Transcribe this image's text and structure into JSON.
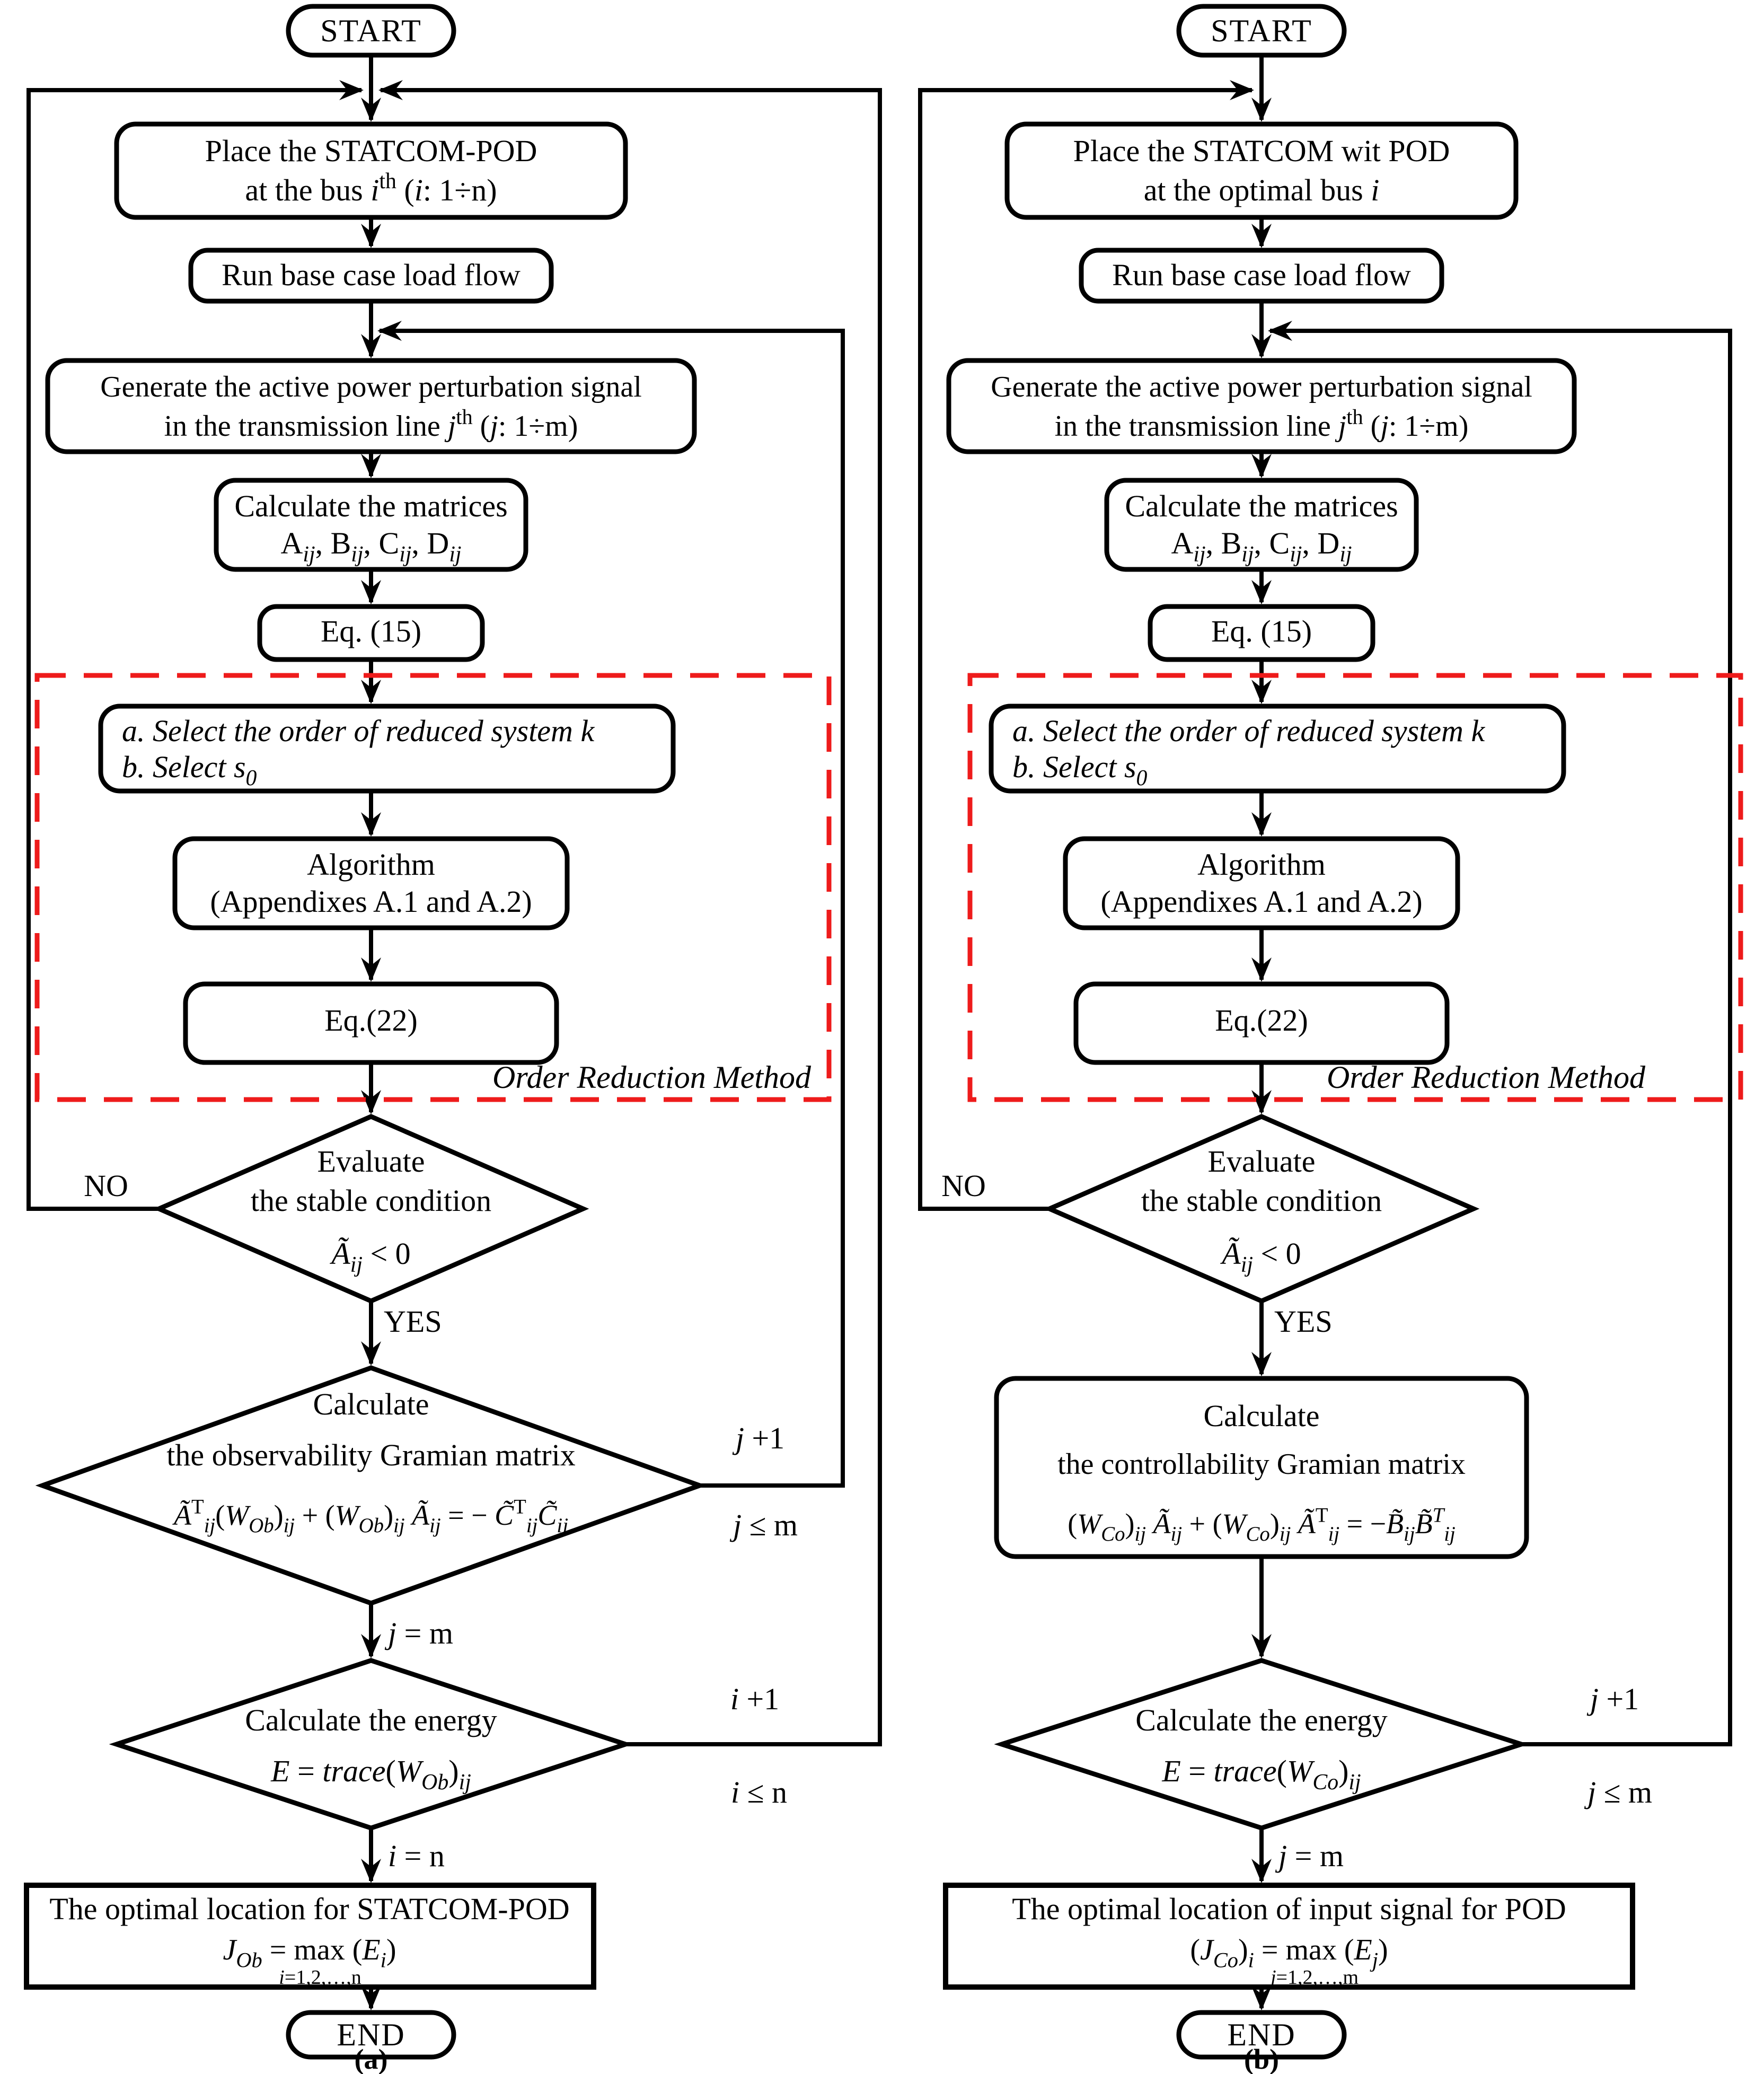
{
  "colors": {
    "accent_red": "#ee1b1b",
    "line": "#000000",
    "background": "#ffffff"
  },
  "common": {
    "start": "START",
    "end": "END",
    "no": "NO",
    "yes": "YES",
    "run_load_flow": "Run base case load flow",
    "generate_line1": "Generate the active power perturbation signal",
    "generate_line2": [
      {
        "t": "in the transmission line "
      },
      {
        "t": "j",
        "i": true
      },
      {
        "t": "th",
        "v": "sup"
      },
      {
        "t": " ("
      },
      {
        "t": "j",
        "i": true
      },
      {
        "t": ": 1÷m)"
      }
    ],
    "matrices_line1": "Calculate the matrices",
    "matrices_line2": [
      {
        "t": "A"
      },
      {
        "t": "ij",
        "v": "sub",
        "i": true
      },
      {
        "t": ", B"
      },
      {
        "t": "ij",
        "v": "sub",
        "i": true
      },
      {
        "t": ", C"
      },
      {
        "t": "ij",
        "v": "sub",
        "i": true
      },
      {
        "t": ", D"
      },
      {
        "t": "ij",
        "v": "sub",
        "i": true
      }
    ],
    "eq15": "Eq. (15)",
    "eq22": "Eq.(22)",
    "select_line1": [
      {
        "t": "a. Select the order of reduced system k",
        "i": true
      }
    ],
    "select_line2": [
      {
        "t": "b. Select s",
        "i": true
      },
      {
        "t": "0",
        "v": "sub",
        "i": true
      }
    ],
    "algorithm_line1": "Algorithm",
    "algorithm_line2": "(Appendixes A.1 and A.2)",
    "order_reduction_label": "Order Reduction Method",
    "evaluate_line1": "Evaluate",
    "evaluate_line2": "the stable condition",
    "stable_condition": [
      {
        "t": "Ã",
        "i": true
      },
      {
        "t": "ij",
        "v": "sub",
        "i": true
      },
      {
        "t": " < 0"
      }
    ],
    "calculate": "Calculate",
    "energy_title": "Calculate the energy",
    "j_plus": [
      {
        "t": "j",
        "i": true
      },
      {
        "t": " +1"
      }
    ],
    "j_le": [
      {
        "t": "j",
        "i": true
      },
      {
        "t": " ≤ m"
      }
    ],
    "j_eq": [
      {
        "t": "j",
        "i": true
      },
      {
        "t": " = m"
      }
    ]
  },
  "chart_a": {
    "caption": "(a)",
    "place_line1": "Place the STATCOM-POD",
    "place_line2": [
      {
        "t": "at the bus "
      },
      {
        "t": "i",
        "i": true
      },
      {
        "t": "th",
        "v": "sup"
      },
      {
        "t": " ("
      },
      {
        "t": "i",
        "i": true
      },
      {
        "t": ": 1÷n)"
      }
    ],
    "gramian_line2": "the observability Gramian matrix",
    "gramian_formula": [
      {
        "t": "Ã",
        "i": true
      },
      {
        "t": "T",
        "v": "sup"
      },
      {
        "t": "ij",
        "v": "sub",
        "i": true
      },
      {
        "t": "("
      },
      {
        "t": "W",
        "i": true
      },
      {
        "t": "Ob",
        "v": "sub",
        "i": true
      },
      {
        "t": ")"
      },
      {
        "t": "ij",
        "v": "sub",
        "i": true
      },
      {
        "t": " + ("
      },
      {
        "t": "W",
        "i": true
      },
      {
        "t": "Ob",
        "v": "sub",
        "i": true
      },
      {
        "t": ")"
      },
      {
        "t": "ij",
        "v": "sub",
        "i": true
      },
      {
        "t": " "
      },
      {
        "t": "Ã",
        "i": true
      },
      {
        "t": "ij",
        "v": "sub",
        "i": true
      },
      {
        "t": " = − "
      },
      {
        "t": "C̃",
        "i": true
      },
      {
        "t": "T",
        "v": "sup"
      },
      {
        "t": "ij",
        "v": "sub",
        "i": true
      },
      {
        "t": "C̃",
        "i": true
      },
      {
        "t": "ij",
        "v": "sub",
        "i": true
      }
    ],
    "energy_formula": [
      {
        "t": "E",
        "i": true
      },
      {
        "t": " = "
      },
      {
        "t": "trace",
        "i": true
      },
      {
        "t": "("
      },
      {
        "t": "W",
        "i": true
      },
      {
        "t": "Ob",
        "v": "sub",
        "i": true
      },
      {
        "t": ")"
      },
      {
        "t": "ij",
        "v": "sub",
        "i": true
      }
    ],
    "i_plus": [
      {
        "t": "i",
        "i": true
      },
      {
        "t": " +1"
      }
    ],
    "i_le": [
      {
        "t": "i",
        "i": true
      },
      {
        "t": " ≤ n"
      }
    ],
    "i_eq": [
      {
        "t": "i",
        "i": true
      },
      {
        "t": " = n"
      }
    ],
    "optimal_line1": "The optimal location for STATCOM-POD",
    "optimal_formula": [
      {
        "t": "J",
        "i": true
      },
      {
        "t": "Ob",
        "v": "sub",
        "i": true
      },
      {
        "t": " = max "
      },
      {
        "t": "("
      },
      {
        "t": "E",
        "i": true
      },
      {
        "t": "i",
        "v": "sub",
        "i": true
      },
      {
        "t": ")"
      }
    ],
    "optimal_under": [
      {
        "t": "i",
        "i": true
      },
      {
        "t": "=1,2,…,n"
      }
    ]
  },
  "chart_b": {
    "caption": "(b)",
    "place_line1": "Place the STATCOM wit POD",
    "place_line2": [
      {
        "t": "at the optimal bus "
      },
      {
        "t": "i",
        "i": true
      }
    ],
    "gramian_line2": "the controllability Gramian matrix",
    "gramian_formula": [
      {
        "t": "("
      },
      {
        "t": "W",
        "i": true
      },
      {
        "t": "Co",
        "v": "sub",
        "i": true
      },
      {
        "t": ")"
      },
      {
        "t": "ij",
        "v": "sub",
        "i": true
      },
      {
        "t": " "
      },
      {
        "t": "Ã",
        "i": true
      },
      {
        "t": "ij",
        "v": "sub",
        "i": true
      },
      {
        "t": " + ("
      },
      {
        "t": "W",
        "i": true
      },
      {
        "t": "Co",
        "v": "sub",
        "i": true
      },
      {
        "t": ")"
      },
      {
        "t": "ij",
        "v": "sub",
        "i": true
      },
      {
        "t": " "
      },
      {
        "t": "Ã",
        "i": true
      },
      {
        "t": "T",
        "v": "sup"
      },
      {
        "t": "ij",
        "v": "sub",
        "i": true
      },
      {
        "t": " = −"
      },
      {
        "t": "B̃",
        "i": true
      },
      {
        "t": "ij",
        "v": "sub",
        "i": true
      },
      {
        "t": "B̃",
        "i": true
      },
      {
        "t": "T",
        "v": "sup",
        "i": true
      },
      {
        "t": "ij",
        "v": "sub",
        "i": true
      }
    ],
    "energy_formula": [
      {
        "t": "E",
        "i": true
      },
      {
        "t": " = "
      },
      {
        "t": "trace",
        "i": true
      },
      {
        "t": "("
      },
      {
        "t": "W",
        "i": true
      },
      {
        "t": "Co",
        "v": "sub",
        "i": true
      },
      {
        "t": ")"
      },
      {
        "t": "ij",
        "v": "sub",
        "i": true
      }
    ],
    "optimal_line1": "The optimal location of input signal for POD",
    "optimal_formula": [
      {
        "t": "("
      },
      {
        "t": "J",
        "i": true
      },
      {
        "t": "Co",
        "v": "sub",
        "i": true
      },
      {
        "t": ")"
      },
      {
        "t": "i",
        "v": "sub",
        "i": true
      },
      {
        "t": " = max "
      },
      {
        "t": "("
      },
      {
        "t": "E",
        "i": true
      },
      {
        "t": "j",
        "v": "sub",
        "i": true
      },
      {
        "t": ")"
      }
    ],
    "optimal_under": [
      {
        "t": "j",
        "i": true
      },
      {
        "t": "=1,2,…,m"
      }
    ]
  }
}
